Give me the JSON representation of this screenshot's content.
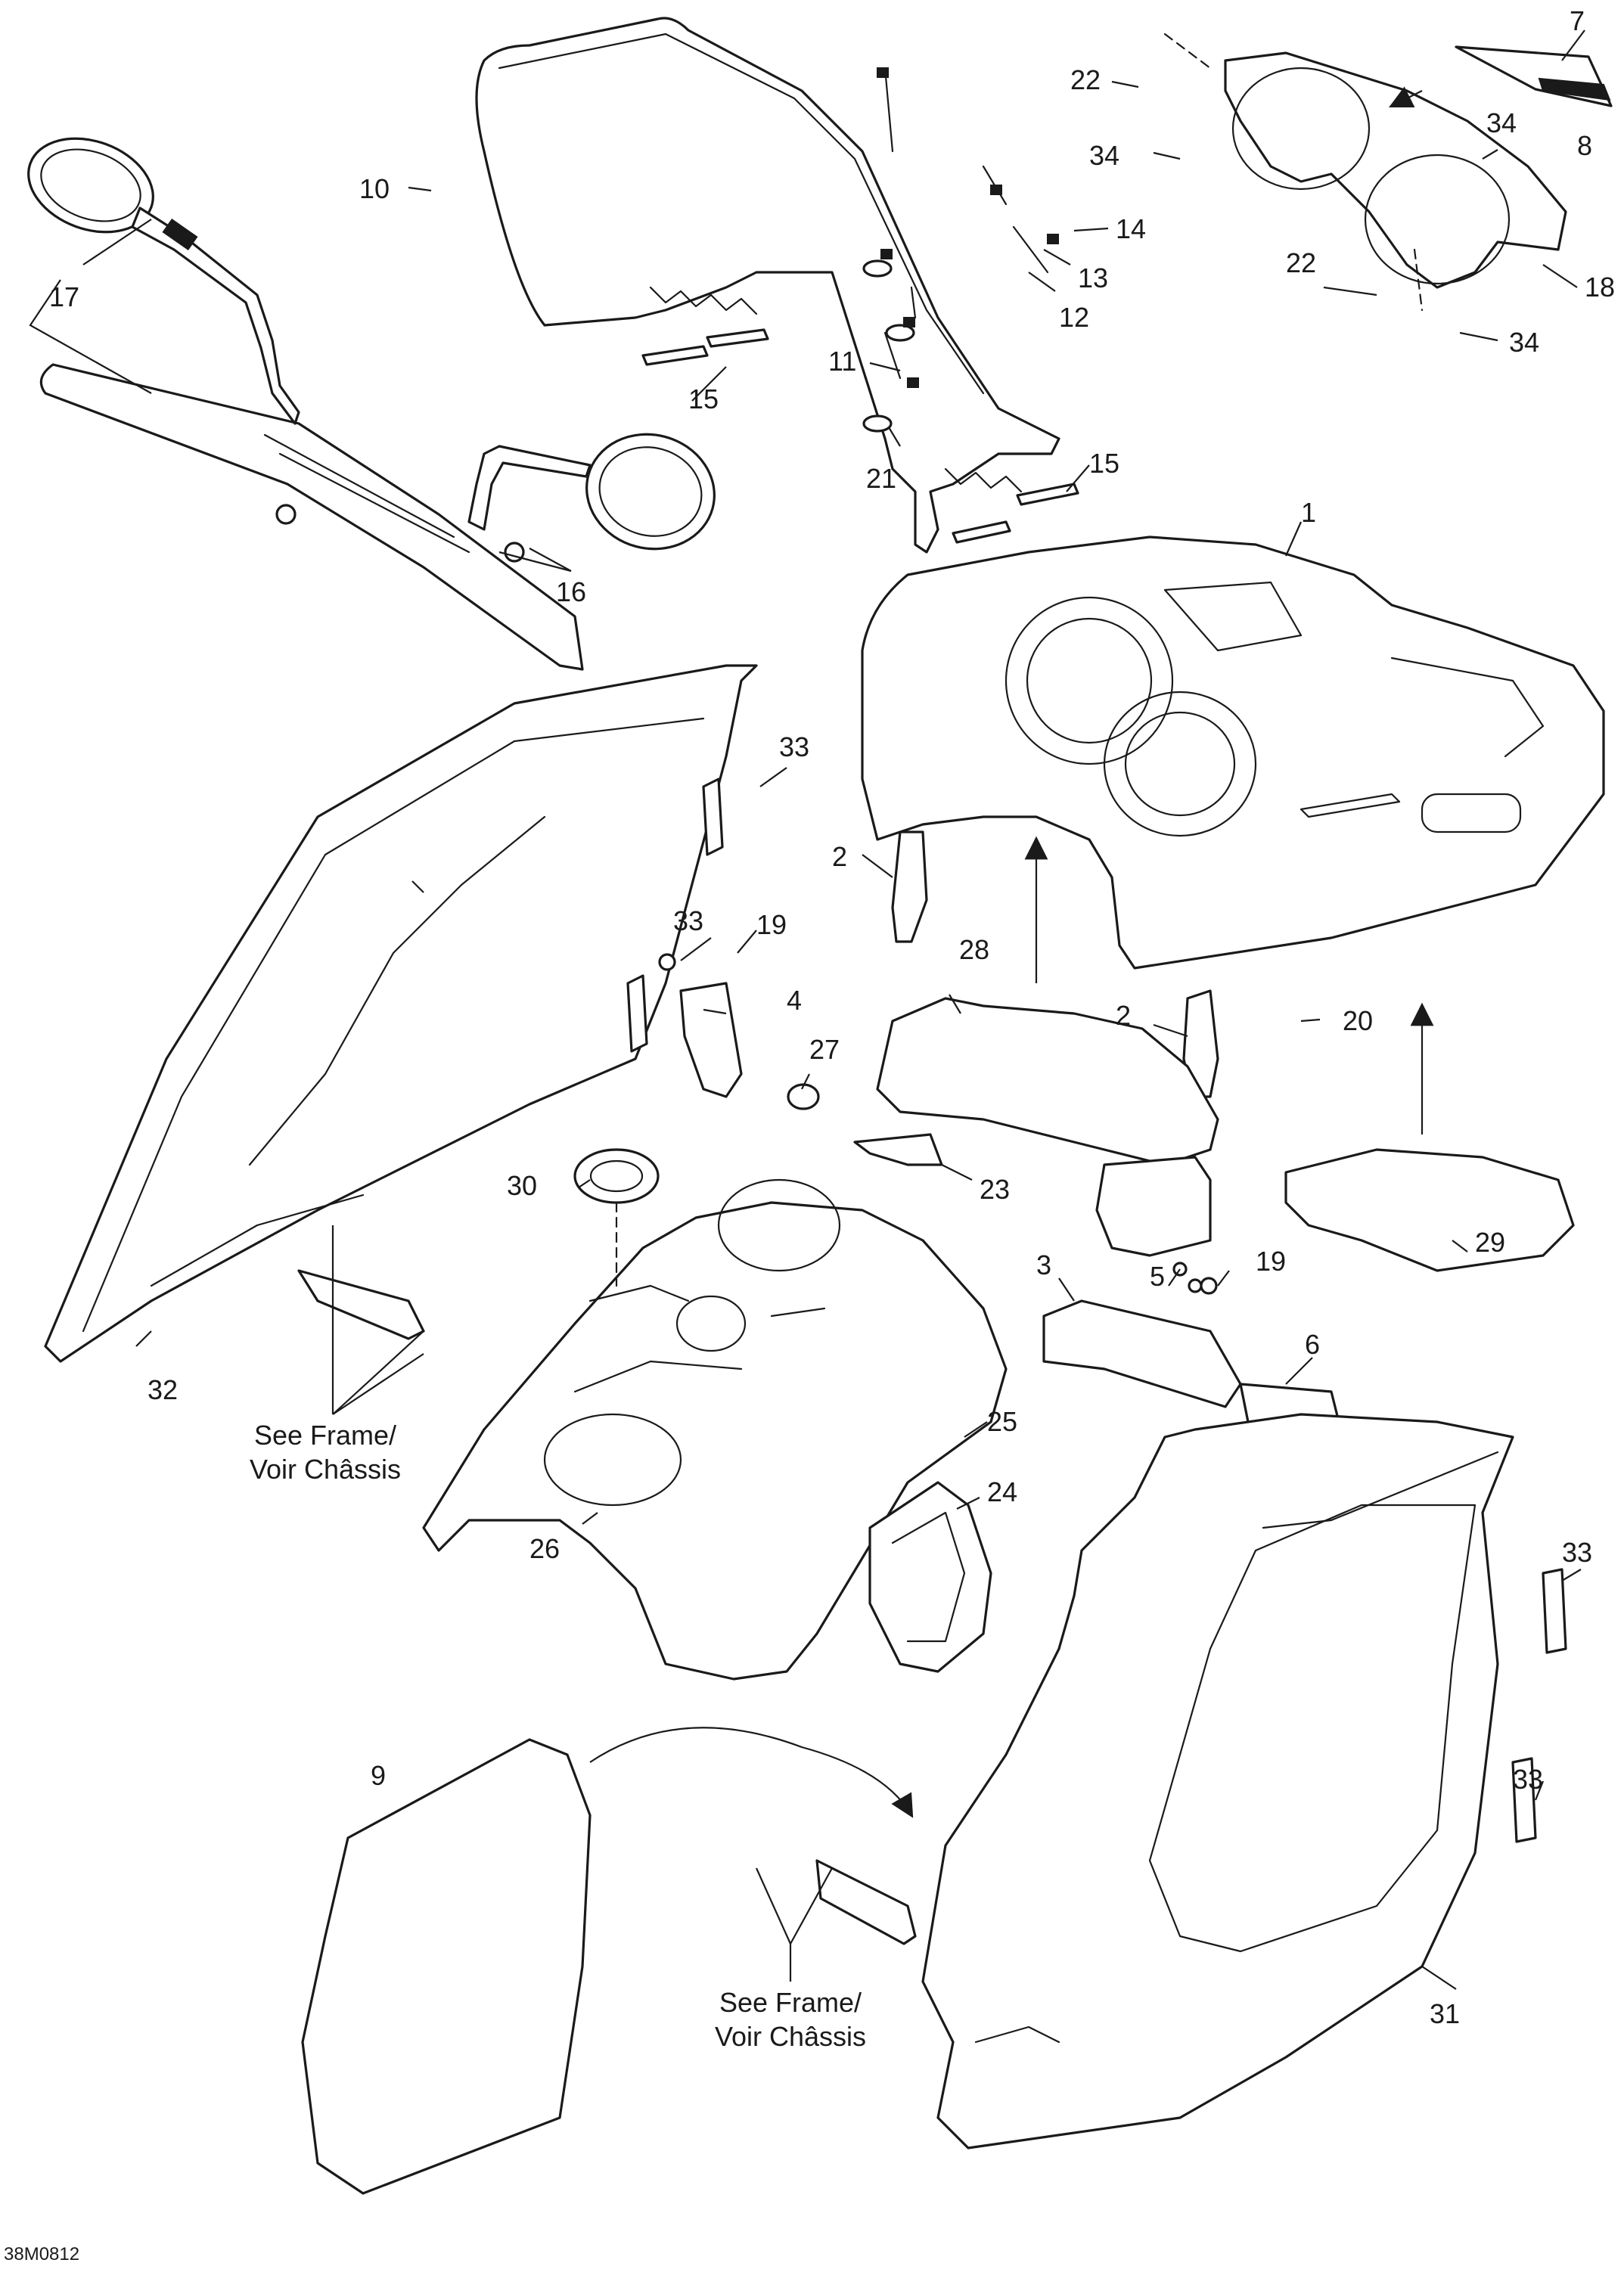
{
  "diagram_code": "38M0812",
  "callouts": [
    "1",
    "2",
    "2",
    "3",
    "4",
    "5",
    "6",
    "7",
    "8",
    "9",
    "10",
    "11",
    "12",
    "13",
    "14",
    "15",
    "15",
    "16",
    "17",
    "18",
    "19",
    "19",
    "20",
    "21",
    "22",
    "22",
    "23",
    "24",
    "25",
    "26",
    "27",
    "28",
    "29",
    "30",
    "31",
    "32",
    "33",
    "33",
    "33",
    "33",
    "34",
    "34",
    "34"
  ],
  "notes": [
    {
      "line1": "See Frame/",
      "line2": "Voir Châssis"
    },
    {
      "line1": "See Frame/",
      "line2": "Voir Châssis"
    }
  ],
  "colors": {
    "line": "#1a1a1a",
    "background": "#ffffff"
  }
}
